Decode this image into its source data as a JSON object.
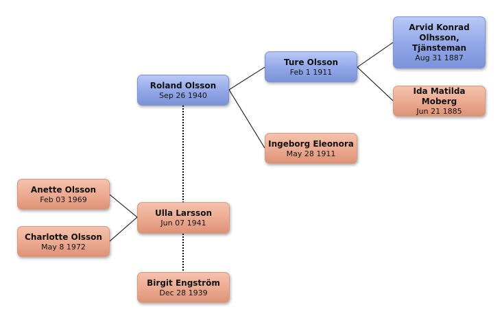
{
  "people": {
    "roland": {
      "name": "Roland Olsson",
      "date": "Sep 26 1940"
    },
    "ture": {
      "name": "Ture Olsson",
      "date": "Feb 1 1911"
    },
    "arvid": {
      "name": "Arvid Konrad Olhsson, Tjänsteman",
      "date": "Aug 31 1887"
    },
    "ida": {
      "name": "Ida Matilda Moberg",
      "date": "Jun 21 1885"
    },
    "ingeborg": {
      "name": "Ingeborg Eleonora",
      "date": "May 28 1911"
    },
    "anette": {
      "name": "Anette Olsson",
      "date": "Feb 03 1969"
    },
    "charlotte": {
      "name": "Charlotte Olsson",
      "date": "May 8 1972"
    },
    "ulla": {
      "name": "Ulla Larsson",
      "date": "Jun 07 1941"
    },
    "birgit": {
      "name": "Birgit Engström",
      "date": "Dec 28 1939"
    }
  },
  "colors": {
    "male": "#90a6e6",
    "female": "#eba98f"
  }
}
